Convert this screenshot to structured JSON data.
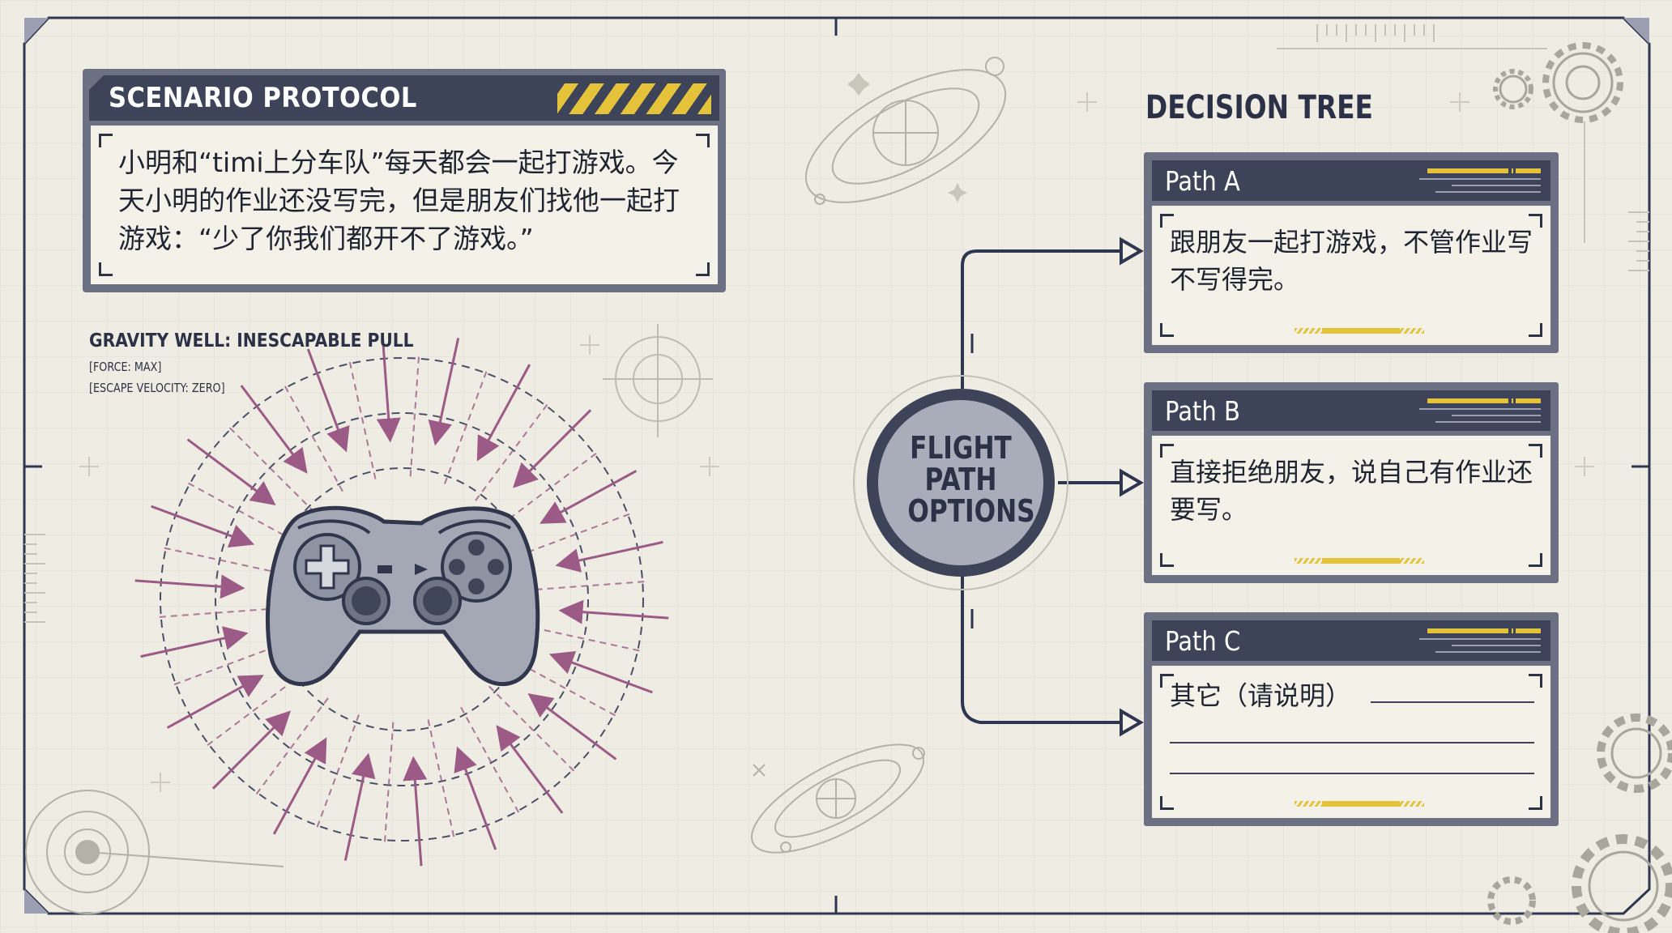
{
  "scenario": {
    "title": "SCENARIO PROTOCOL",
    "text": "小明和“timi上分车队”每天都会一起打游戏。今天小明的作业还没写完，但是朋友们找他一起打游戏：“少了你我们都开不了游戏。”"
  },
  "gravity": {
    "title": "GRAVITY WELL: INESCAPABLE PULL",
    "force": "[FORCE: MAX]",
    "escape": "[ESCAPE VELOCITY: ZERO]"
  },
  "hub": {
    "label": "FLIGHT PATH OPTIONS"
  },
  "decision_tree": {
    "title": "DECISION TREE",
    "paths": [
      {
        "label": "Path A",
        "text": "跟朋友一起打游戏，不管作业写不写得完。"
      },
      {
        "label": "Path B",
        "text": "直接拒绝朋友，说自己有作业还要写。"
      },
      {
        "label": "Path C",
        "text": "其它（请说明）"
      }
    ]
  },
  "colors": {
    "background": "#efece3",
    "navy": "#3d4459",
    "panel_frame": "#6b7183",
    "accent_yellow": "#e4c23a",
    "arrow_magenta": "#9c5a86"
  },
  "icons": [
    "gamepad-icon",
    "planet-icon",
    "gear-icon",
    "crosshair-icon",
    "arrow-icon"
  ]
}
